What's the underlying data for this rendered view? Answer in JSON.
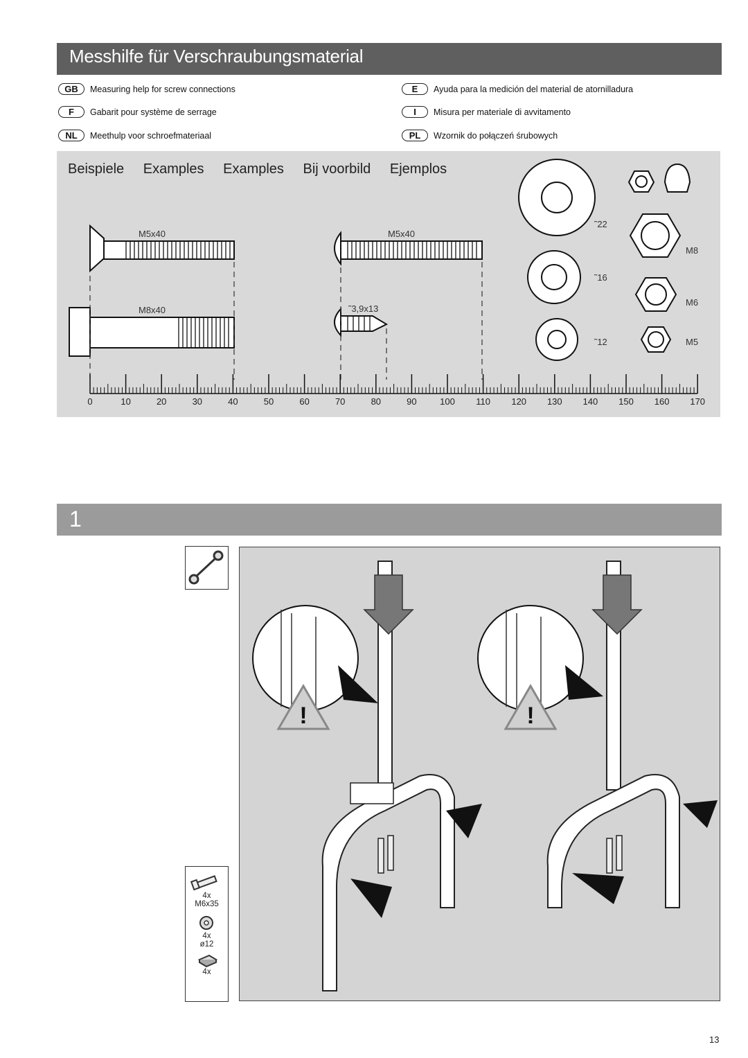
{
  "header": {
    "title": "Messhilfe für Verschraubungsmaterial"
  },
  "languages": [
    {
      "code": "GB",
      "text": "Measuring help for screw connections"
    },
    {
      "code": "F",
      "text": "Gabarit pour système de serrage"
    },
    {
      "code": "NL",
      "text": "Meethulp voor schroefmateriaal"
    },
    {
      "code": "E",
      "text": "Ayuda para la medición del material de atornilladura"
    },
    {
      "code": "I",
      "text": "Misura per materiale di avvitamento"
    },
    {
      "code": "PL",
      "text": "Wzornik do połączeń śrubowych"
    }
  ],
  "examples": [
    "Beispiele",
    "Examples",
    "Examples",
    "Bij voorbild",
    "Ejemplos"
  ],
  "screws": {
    "countersunk": "M5x40",
    "roundhead": "M5x40",
    "hexbolt": "M8x40",
    "tapping": "˜3,9x13"
  },
  "washers": [
    "˜22",
    "˜16",
    "˜12"
  ],
  "nuts": [
    "M8",
    "M6",
    "M5"
  ],
  "scale": [
    "0",
    "10",
    "20",
    "30",
    "40",
    "50",
    "60",
    "70",
    "80",
    "90",
    "100",
    "110",
    "120",
    "130",
    "140",
    "150",
    "160",
    "170"
  ],
  "step": {
    "number": "1"
  },
  "parts": [
    {
      "qty": "4x",
      "spec": "M6x35"
    },
    {
      "qty": "4x",
      "spec": "ø12"
    },
    {
      "qty": "4x",
      "spec": ""
    }
  ],
  "page_number": "13"
}
